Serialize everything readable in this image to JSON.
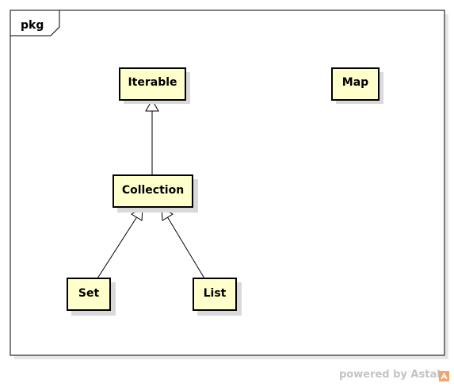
{
  "package": {
    "label": "pkg"
  },
  "classes": {
    "iterable": "Iterable",
    "map": "Map",
    "collection": "Collection",
    "set": "Set",
    "list": "List"
  },
  "footer": {
    "powered_by": "powered by Astah"
  },
  "colors": {
    "class_fill": "#ffffcc",
    "class_border": "#000000",
    "shadow": "#d9d9d9",
    "footer_text": "#c4c4c4",
    "logo_accent": "#f4a36b"
  },
  "relations": [
    {
      "type": "generalization",
      "from": "Collection",
      "to": "Iterable"
    },
    {
      "type": "generalization",
      "from": "Set",
      "to": "Collection"
    },
    {
      "type": "generalization",
      "from": "List",
      "to": "Collection"
    }
  ]
}
